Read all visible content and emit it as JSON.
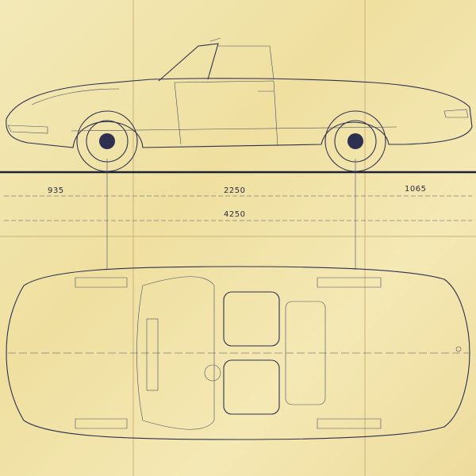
{
  "drawing": {
    "views": [
      "side-elevation",
      "top-plan"
    ],
    "dimensions": {
      "front_overhang": "935",
      "wheelbase": "2250",
      "rear_overhang": "1065",
      "overall_length": "4250"
    },
    "colors": {
      "paper": "#f2e6b0",
      "ink": "#2d3050"
    }
  }
}
